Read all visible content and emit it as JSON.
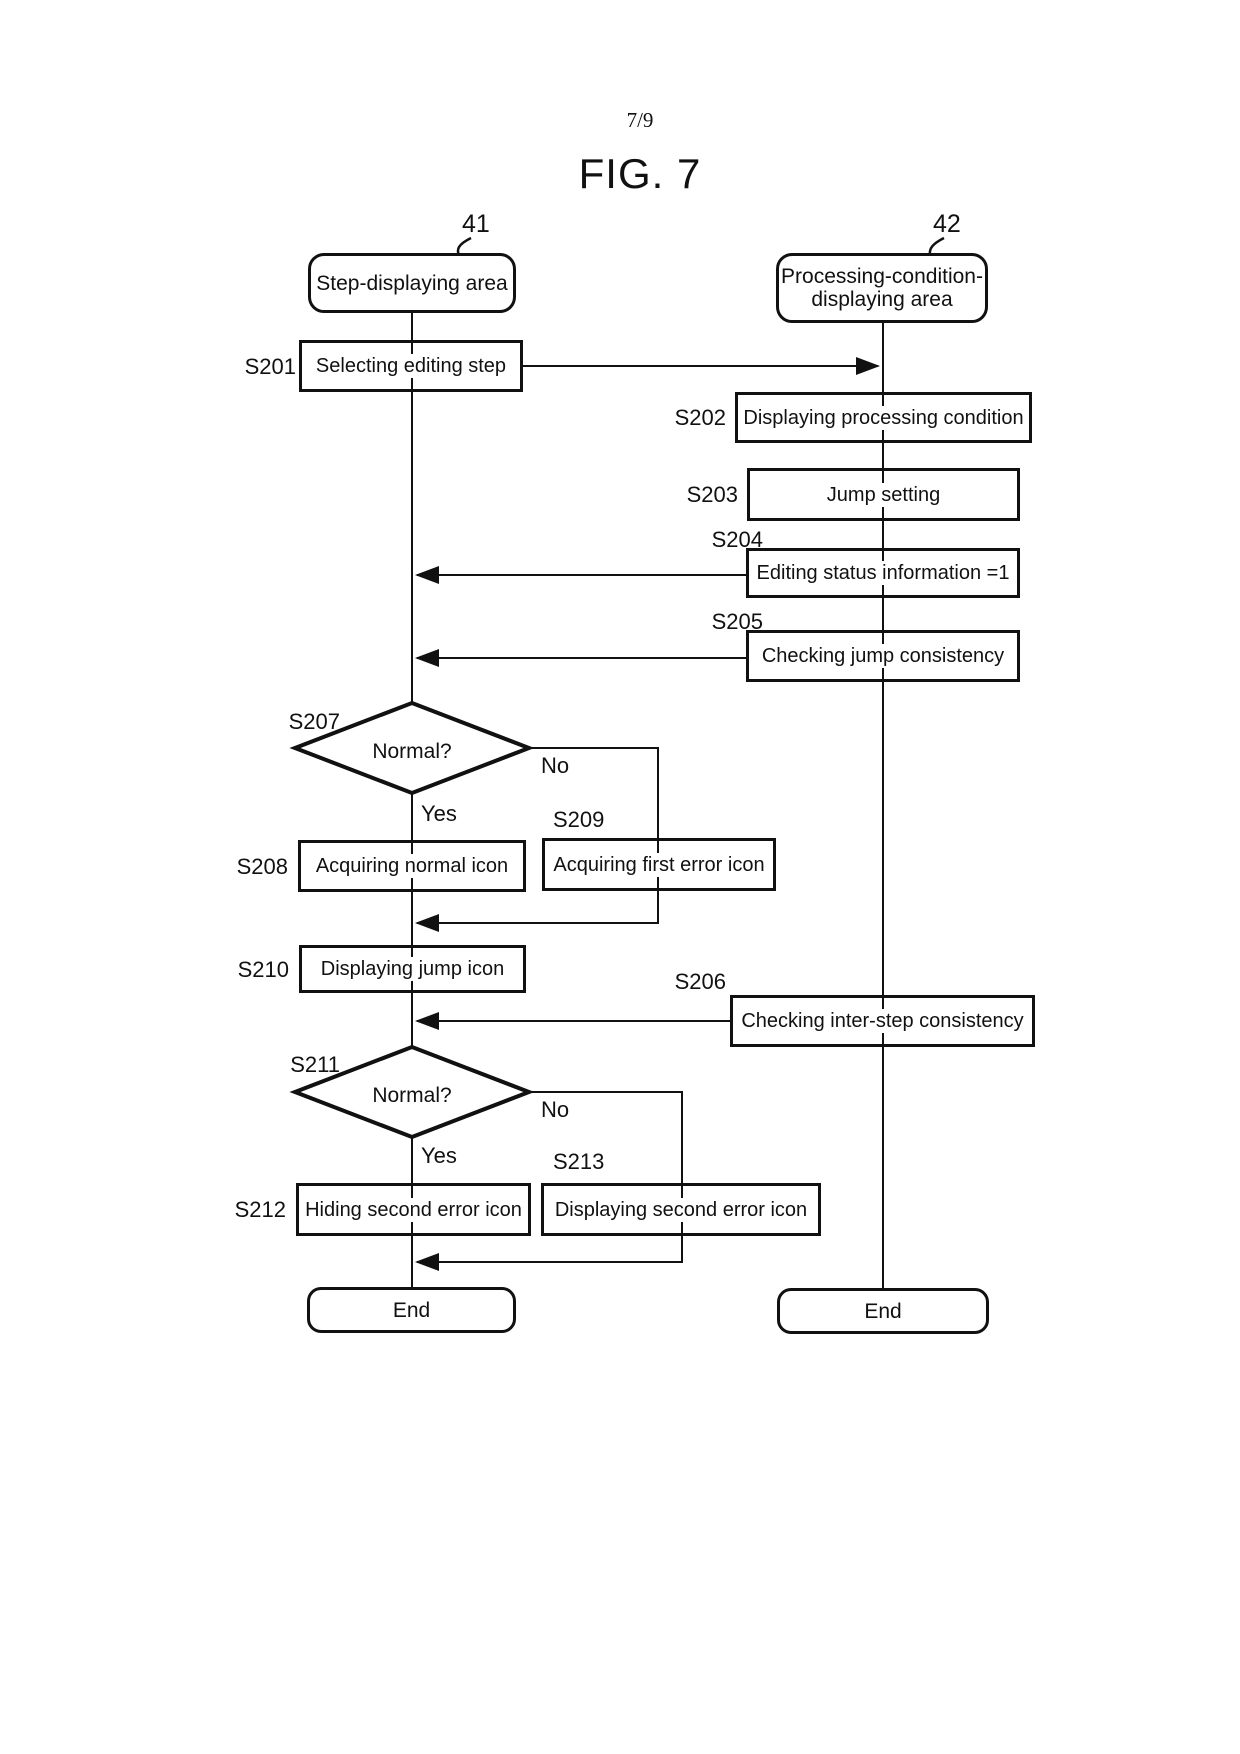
{
  "page": {
    "number": "7/9",
    "title": "FIG. 7"
  },
  "areas": {
    "left": {
      "ref": "41",
      "label": "Step-displaying area",
      "end": "End"
    },
    "right": {
      "ref": "42",
      "label_line1": "Processing-condition-",
      "label_line2": "displaying area",
      "end": "End"
    }
  },
  "steps": {
    "s201": {
      "id": "S201",
      "label": "Selecting editing step"
    },
    "s202": {
      "id": "S202",
      "label": "Displaying processing condition"
    },
    "s203": {
      "id": "S203",
      "label": "Jump setting"
    },
    "s204": {
      "id": "S204",
      "label": "Editing status information =1"
    },
    "s205": {
      "id": "S205",
      "label": "Checking jump consistency"
    },
    "s206": {
      "id": "S206",
      "label": "Checking inter-step consistency"
    },
    "s207": {
      "id": "S207",
      "label": "Normal?"
    },
    "s208": {
      "id": "S208",
      "label": "Acquiring normal icon"
    },
    "s209": {
      "id": "S209",
      "label": "Acquiring first error icon"
    },
    "s210": {
      "id": "S210",
      "label": "Displaying jump icon"
    },
    "s211": {
      "id": "S211",
      "label": "Normal?"
    },
    "s212": {
      "id": "S212",
      "label": "Hiding second error icon"
    },
    "s213": {
      "id": "S213",
      "label": "Displaying second error icon"
    }
  },
  "branches": {
    "yes": "Yes",
    "no": "No"
  },
  "colors": {
    "ink": "#111111",
    "background": "#ffffff"
  }
}
